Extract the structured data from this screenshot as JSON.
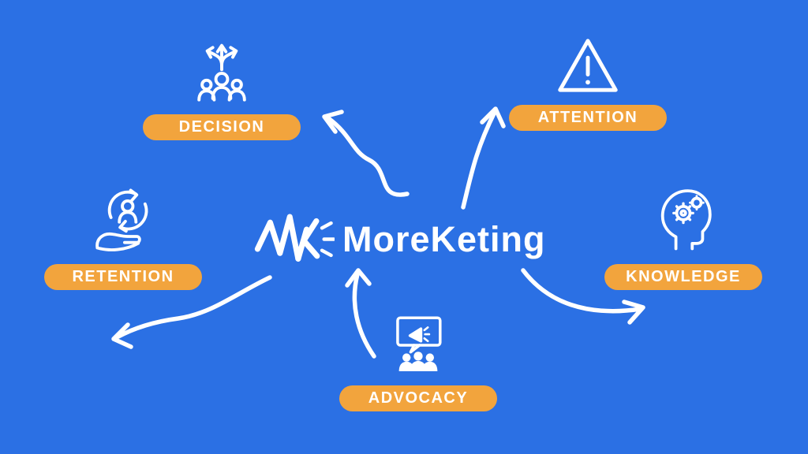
{
  "brand": {
    "title": "MoreKeting"
  },
  "nodes": [
    {
      "id": "decision",
      "label": "DECISION",
      "icon": "decision-paths-icon"
    },
    {
      "id": "attention",
      "label": "ATTENTION",
      "icon": "warning-triangle-icon"
    },
    {
      "id": "retention",
      "label": "RETENTION",
      "icon": "customer-retention-icon"
    },
    {
      "id": "knowledge",
      "label": "KNOWLEDGE",
      "icon": "head-gears-icon"
    },
    {
      "id": "advocacy",
      "label": "ADVOCACY",
      "icon": "presentation-megaphone-icon"
    }
  ],
  "colors": {
    "background": "#2b70e4",
    "pill_orange": "#f2a43d",
    "foreground": "#ffffff"
  }
}
